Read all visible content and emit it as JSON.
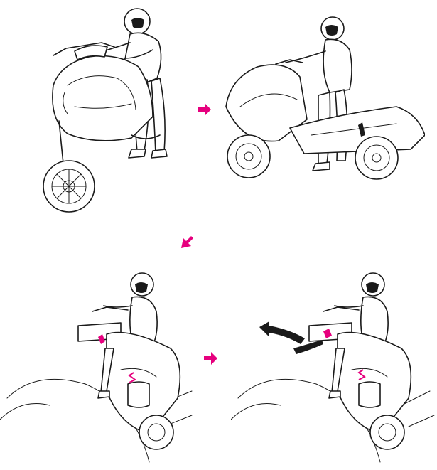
{
  "figure": {
    "steps": [
      {
        "id": "step-1",
        "icon": "rider-standing-beside-scooter-icon"
      },
      {
        "id": "step-2",
        "icon": "rider-pushing-scooter-onto-stand-icon"
      },
      {
        "id": "step-3",
        "icon": "rider-seated-on-stand-icon"
      },
      {
        "id": "step-4",
        "icon": "rider-rolling-scooter-off-stand-icon"
      }
    ],
    "arrows": [
      {
        "id": "arrow-1-to-2",
        "direction": "right",
        "icon": "arrow-right-icon"
      },
      {
        "id": "arrow-2-to-3",
        "direction": "down-left",
        "icon": "arrow-down-left-icon"
      },
      {
        "id": "arrow-3-to-4",
        "direction": "right",
        "icon": "arrow-right-icon"
      }
    ],
    "accent_color": "#e6007e",
    "line_color": "#1a1a1a"
  }
}
